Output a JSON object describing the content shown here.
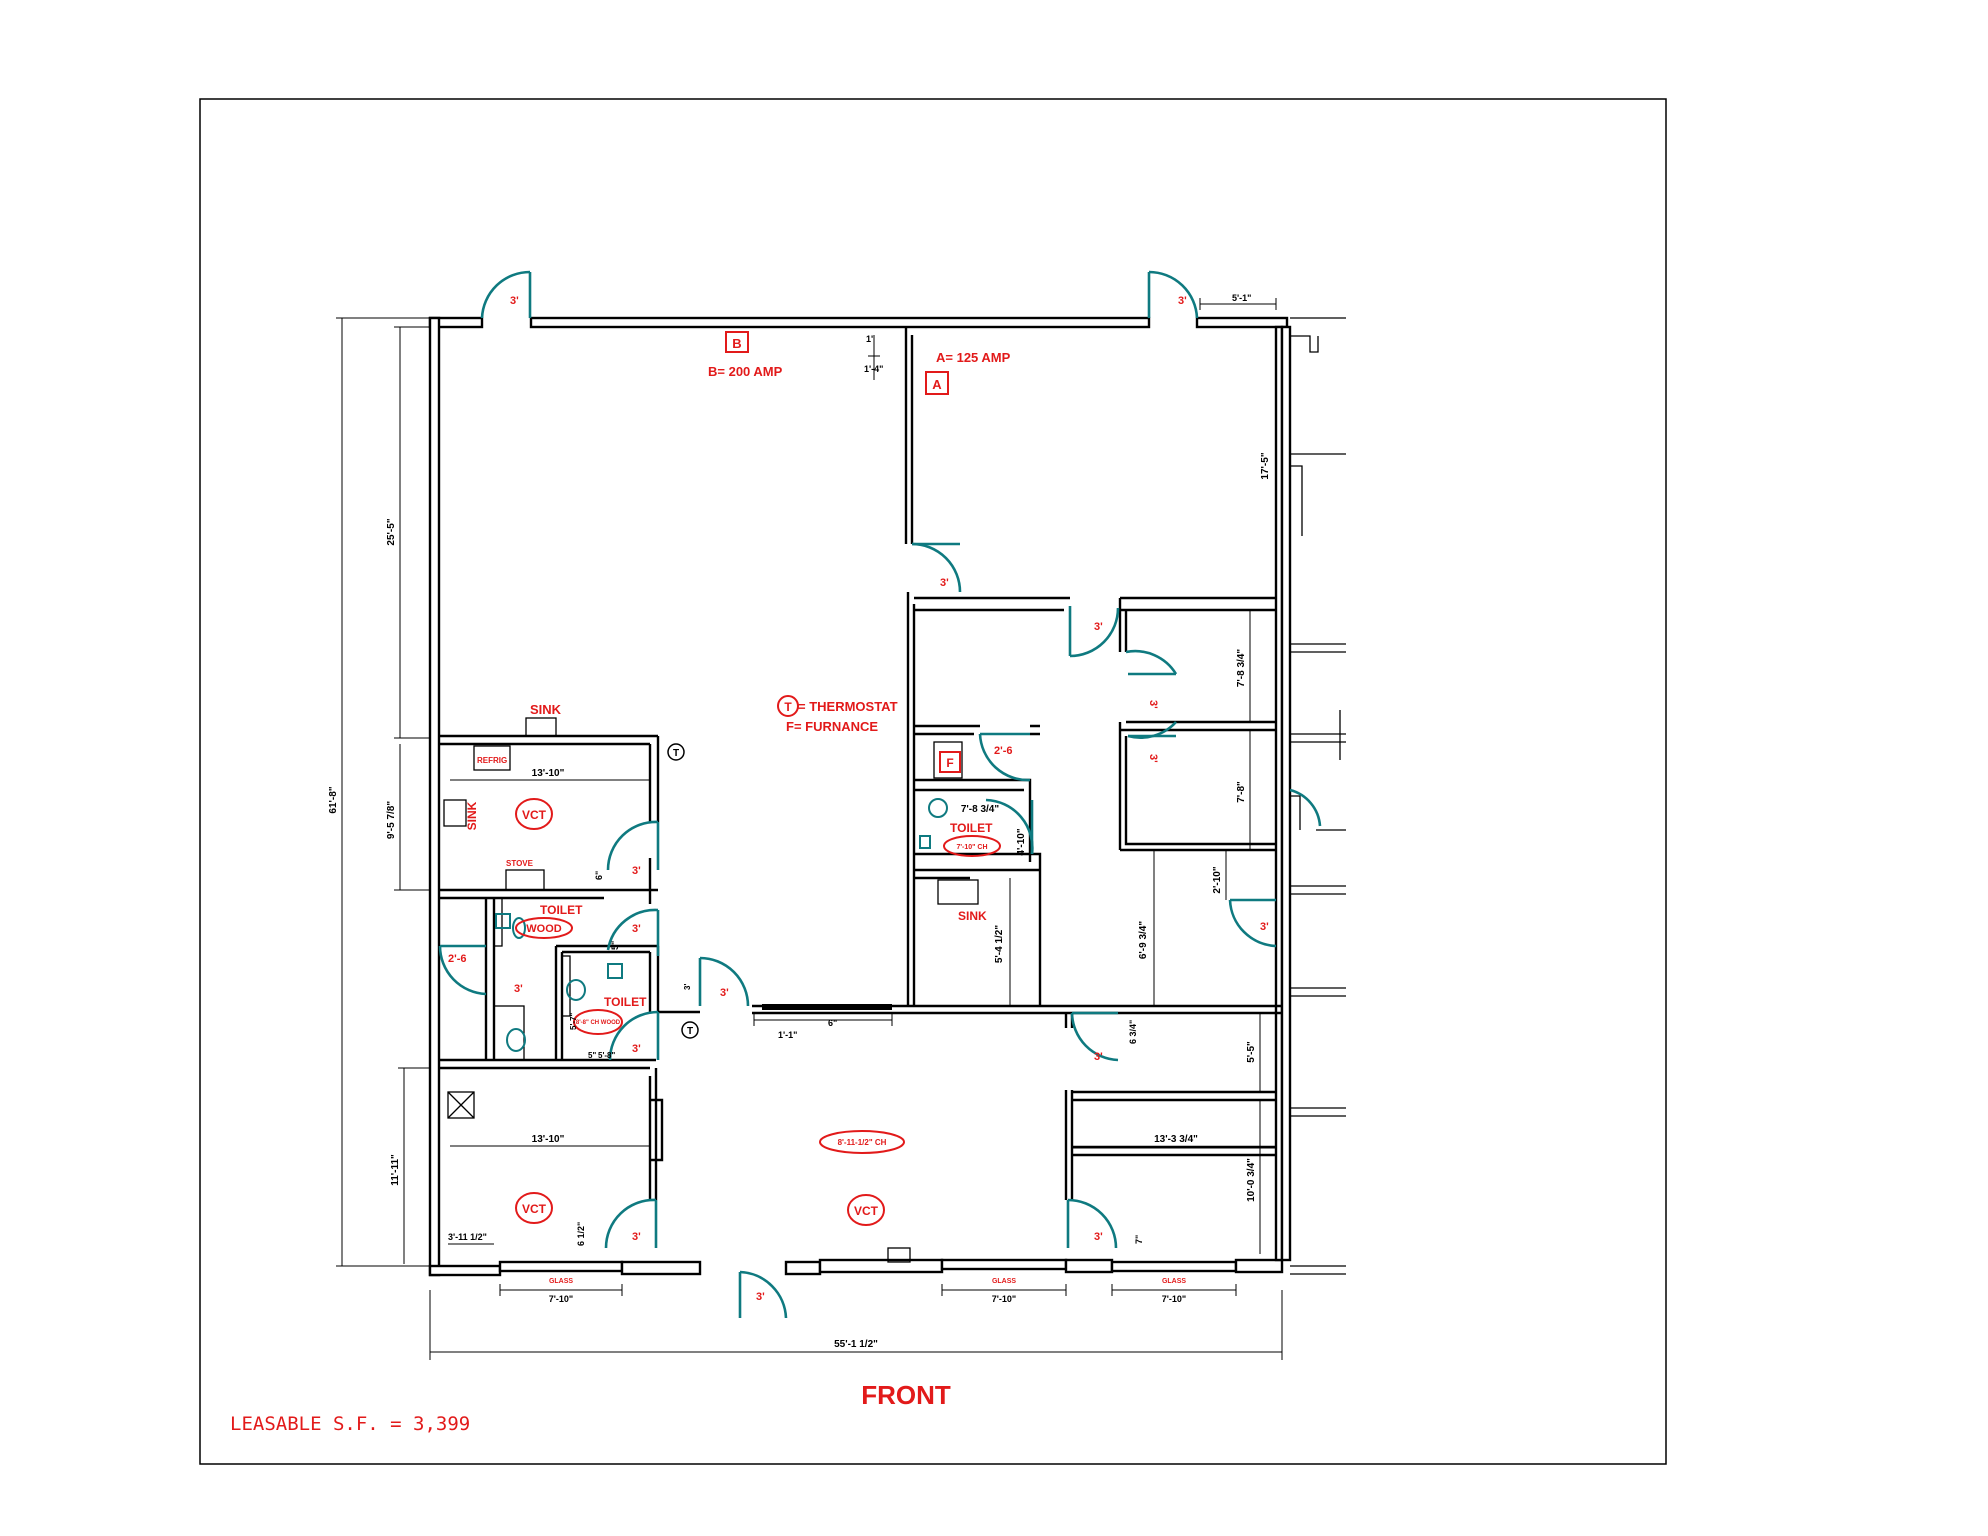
{
  "title": "FRONT",
  "leasable": "LEASABLE S.F. = 3,399",
  "panels": {
    "b_tag": "B",
    "b_text": "B= 200 AMP",
    "a_tag": "A",
    "a_text": "A= 125 AMP"
  },
  "legend": {
    "t_symbol": "T",
    "thermostat": "= THERMOSTAT",
    "furnace": "F= FURNANCE"
  },
  "labels": {
    "sink_top": "SINK",
    "sink_side": "SINK",
    "sink_right": "SINK",
    "refrig": "REFRIG",
    "stove": "STOVE",
    "toilet_1": "TOILET",
    "toilet_2": "TOILET",
    "toilet_3": "TOILET",
    "wood": "WOOD",
    "vct_kitchen": "VCT",
    "vct_office": "VCT",
    "vct_lobby": "VCT",
    "ceiling_lobby": "8'-11-1/2\" CH",
    "ceiling_toilet_r": "7'-10\" CH",
    "ceiling_toilet_l": "8'-8\" CH WOOD",
    "f_tag": "F",
    "glass_1": "GLASS",
    "glass_2": "GLASS",
    "glass_3": "GLASS"
  },
  "doors": [
    "3'",
    "3'",
    "3'",
    "3'",
    "3'",
    "3'",
    "3'",
    "3'",
    "3'",
    "3'",
    "3'",
    "3'",
    "3'",
    "3'",
    "3'",
    "3'",
    "2'-6",
    "2'-6"
  ],
  "dims": {
    "top_right": "5'-1\"",
    "overall_height": "61'-8\"",
    "left_upper": "25'-5\"",
    "left_mid": "9'-5 7/8\"",
    "left_lower": "11'-11\"",
    "kitchen_width": "13'-10\"",
    "office_width": "13'-10\"",
    "right_upper": "17'-5\"",
    "right_r1": "7'-8 3/4\"",
    "right_r2": "7'-8\"",
    "right_r3": "2'-10\"",
    "right_r4": "5'-5\"",
    "right_r5": "10'-0 3/4\"",
    "right_office_width": "13'-3 3/4\"",
    "corridor": "6'-9 3/4\"",
    "toilet_r_w": "7'-8 3/4\"",
    "toilet_r_h": "4'-10\"",
    "sink_r": "5'-4 1/2\"",
    "sm_1": "1'",
    "sm_2": "1'-4\"",
    "sm_3": "1'-1\"",
    "sm_4": "6\"",
    "sm_5": "6\"",
    "sm_6": "5\"",
    "sm_7": "5'-7\"",
    "sm_8": "5\"",
    "sm_9": "5'-8\"",
    "sm_10": "3'",
    "sm_11": "6 3/4\"",
    "sm_12": "7\"",
    "sm_13": "3'-11 1/2\"",
    "sm_14": "6 1/2\"",
    "glass_w1": "7'-10\"",
    "glass_w2": "7'-10\"",
    "glass_w3": "7'-10\"",
    "overall_width": "55'-1 1/2\""
  }
}
